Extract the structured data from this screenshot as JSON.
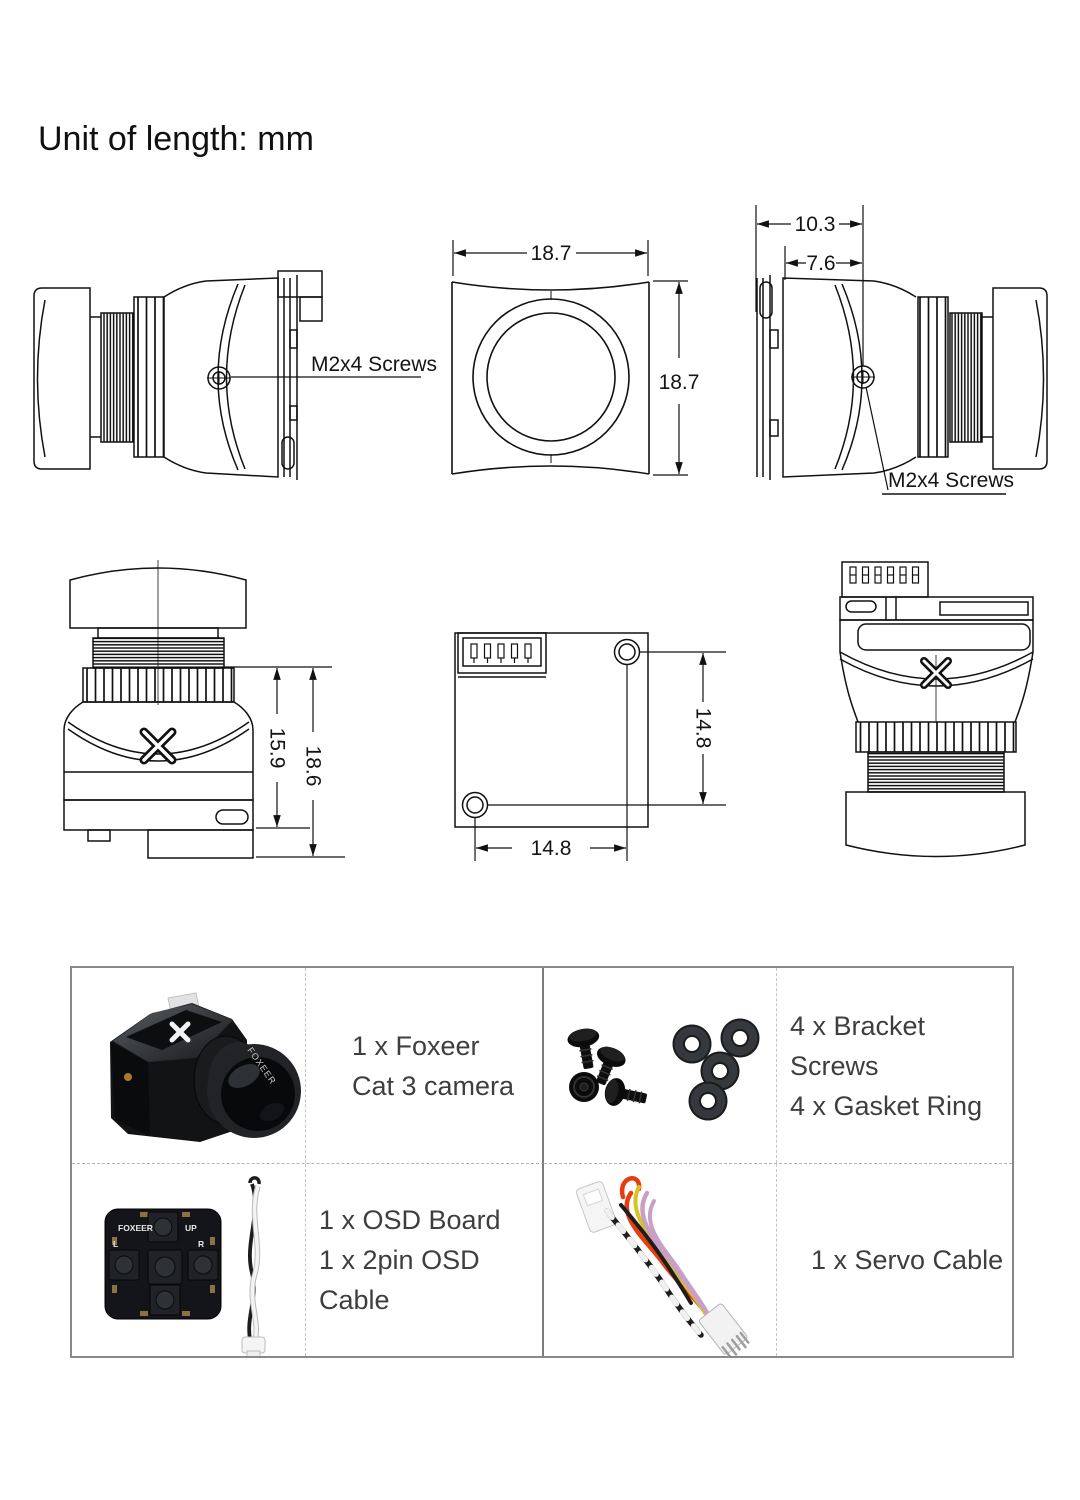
{
  "title": "Unit of length: mm",
  "diagrams": {
    "side_left_label": "M2x4 Screws",
    "side_right_label": "M2x4 Screws",
    "front_width": "18.7",
    "front_height": "18.7",
    "side_right_depth_outer": "10.3",
    "side_right_depth_inner": "7.6",
    "left_height_inner": "15.9",
    "left_height_outer": "18.6",
    "pcb_vertical": "14.8",
    "pcb_horizontal": "14.8"
  },
  "package_table": {
    "cells": [
      {
        "id": "camera",
        "lines": [
          "1 x Foxeer",
          "Cat 3 camera"
        ]
      },
      {
        "id": "screws-rings",
        "lines": [
          "4 x Bracket Screws",
          "4 x Gasket Ring"
        ]
      },
      {
        "id": "osd-board",
        "lines": [
          "1 x OSD Board",
          "1 x 2pin OSD Cable"
        ]
      },
      {
        "id": "servo-cable",
        "lines": [
          "1 x Servo Cable"
        ]
      }
    ]
  },
  "photo_labels": {
    "camera_brand": "FOXEER",
    "osd_brand": "FOXEER",
    "osd_up": "UP",
    "osd_left": "L",
    "osd_right": "R"
  },
  "colors": {
    "line": "#141414",
    "table_border": "#898989",
    "table_text": "#3e3e3e",
    "wire_red": "#e63c12",
    "wire_yellow": "#d9c31e",
    "wire_pink": "#c79fc7",
    "wire_black": "#1d1d1d",
    "wire_white": "#f0f0f0"
  }
}
